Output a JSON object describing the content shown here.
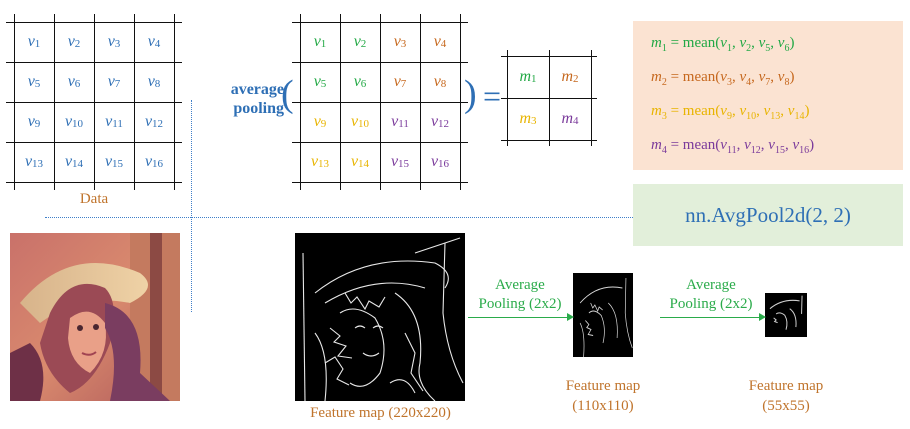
{
  "colors": {
    "blue": "#2e6fb5",
    "green": "#22a845",
    "orange": "#c6681e",
    "yellow": "#e8b400",
    "purple": "#7a3a9b",
    "caption": "#c0742c",
    "formula_bg": "#fbe3d2",
    "nn_bg": "#e2efda"
  },
  "data_grid": {
    "cells": [
      [
        "v",
        "1"
      ],
      [
        "v",
        "2"
      ],
      [
        "v",
        "3"
      ],
      [
        "v",
        "4"
      ],
      [
        "v",
        "5"
      ],
      [
        "v",
        "6"
      ],
      [
        "v",
        "7"
      ],
      [
        "v",
        "8"
      ],
      [
        "v",
        "9"
      ],
      [
        "v",
        "10"
      ],
      [
        "v",
        "11"
      ],
      [
        "v",
        "12"
      ],
      [
        "v",
        "13"
      ],
      [
        "v",
        "14"
      ],
      [
        "v",
        "15"
      ],
      [
        "v",
        "16"
      ]
    ],
    "caption": "Data"
  },
  "pool_grid": {
    "label_line1": "average",
    "label_line2": "pooling",
    "cells": [
      [
        "v",
        "1",
        "green"
      ],
      [
        "v",
        "2",
        "green"
      ],
      [
        "v",
        "3",
        "orange"
      ],
      [
        "v",
        "4",
        "orange"
      ],
      [
        "v",
        "5",
        "green"
      ],
      [
        "v",
        "6",
        "green"
      ],
      [
        "v",
        "7",
        "orange"
      ],
      [
        "v",
        "8",
        "orange"
      ],
      [
        "v",
        "9",
        "yellow"
      ],
      [
        "v",
        "10",
        "yellow"
      ],
      [
        "v",
        "11",
        "purple"
      ],
      [
        "v",
        "12",
        "purple"
      ],
      [
        "v",
        "13",
        "yellow"
      ],
      [
        "v",
        "14",
        "yellow"
      ],
      [
        "v",
        "15",
        "purple"
      ],
      [
        "v",
        "16",
        "purple"
      ]
    ],
    "open_paren": "(",
    "close_paren": ")",
    "equals": "="
  },
  "result_grid": {
    "cells": [
      [
        "m",
        "1",
        "green"
      ],
      [
        "m",
        "2",
        "orange"
      ],
      [
        "m",
        "3",
        "yellow"
      ],
      [
        "m",
        "4",
        "purple"
      ]
    ]
  },
  "formulas": [
    {
      "m": "m",
      "msub": "1",
      "eq": " = mean(",
      "args": [
        [
          "v",
          "1"
        ],
        [
          "v",
          "2"
        ],
        [
          "v",
          "5"
        ],
        [
          "v",
          "6"
        ]
      ],
      "color": "green"
    },
    {
      "m": "m",
      "msub": "2",
      "eq": " = mean(",
      "args": [
        [
          "v",
          "3"
        ],
        [
          "v",
          "4"
        ],
        [
          "v",
          "7"
        ],
        [
          "v",
          "8"
        ]
      ],
      "color": "orange"
    },
    {
      "m": "m",
      "msub": "3",
      "eq": " = mean(",
      "args": [
        [
          "v",
          "9"
        ],
        [
          "v",
          "10"
        ],
        [
          "v",
          "13"
        ],
        [
          "v",
          "14"
        ]
      ],
      "color": "yellow"
    },
    {
      "m": "m",
      "msub": "4",
      "eq": " = mean(",
      "args": [
        [
          "v",
          "11"
        ],
        [
          "v",
          "12"
        ],
        [
          "v",
          "15"
        ],
        [
          "v",
          "16"
        ]
      ],
      "color": "purple"
    }
  ],
  "nn_label": "nn.AvgPool2d(2, 2)",
  "feature_maps": [
    {
      "caption_line1": "Feature map (220x220)",
      "caption_line2": ""
    },
    {
      "caption_line1": "Feature map",
      "caption_line2": "(110x110)"
    },
    {
      "caption_line1": "Feature map",
      "caption_line2": "(55x55)"
    }
  ],
  "arrows": [
    {
      "line1": "Average",
      "line2": "Pooling (2x2)"
    },
    {
      "line1": "Average",
      "line2": "Pooling (2x2)"
    }
  ]
}
